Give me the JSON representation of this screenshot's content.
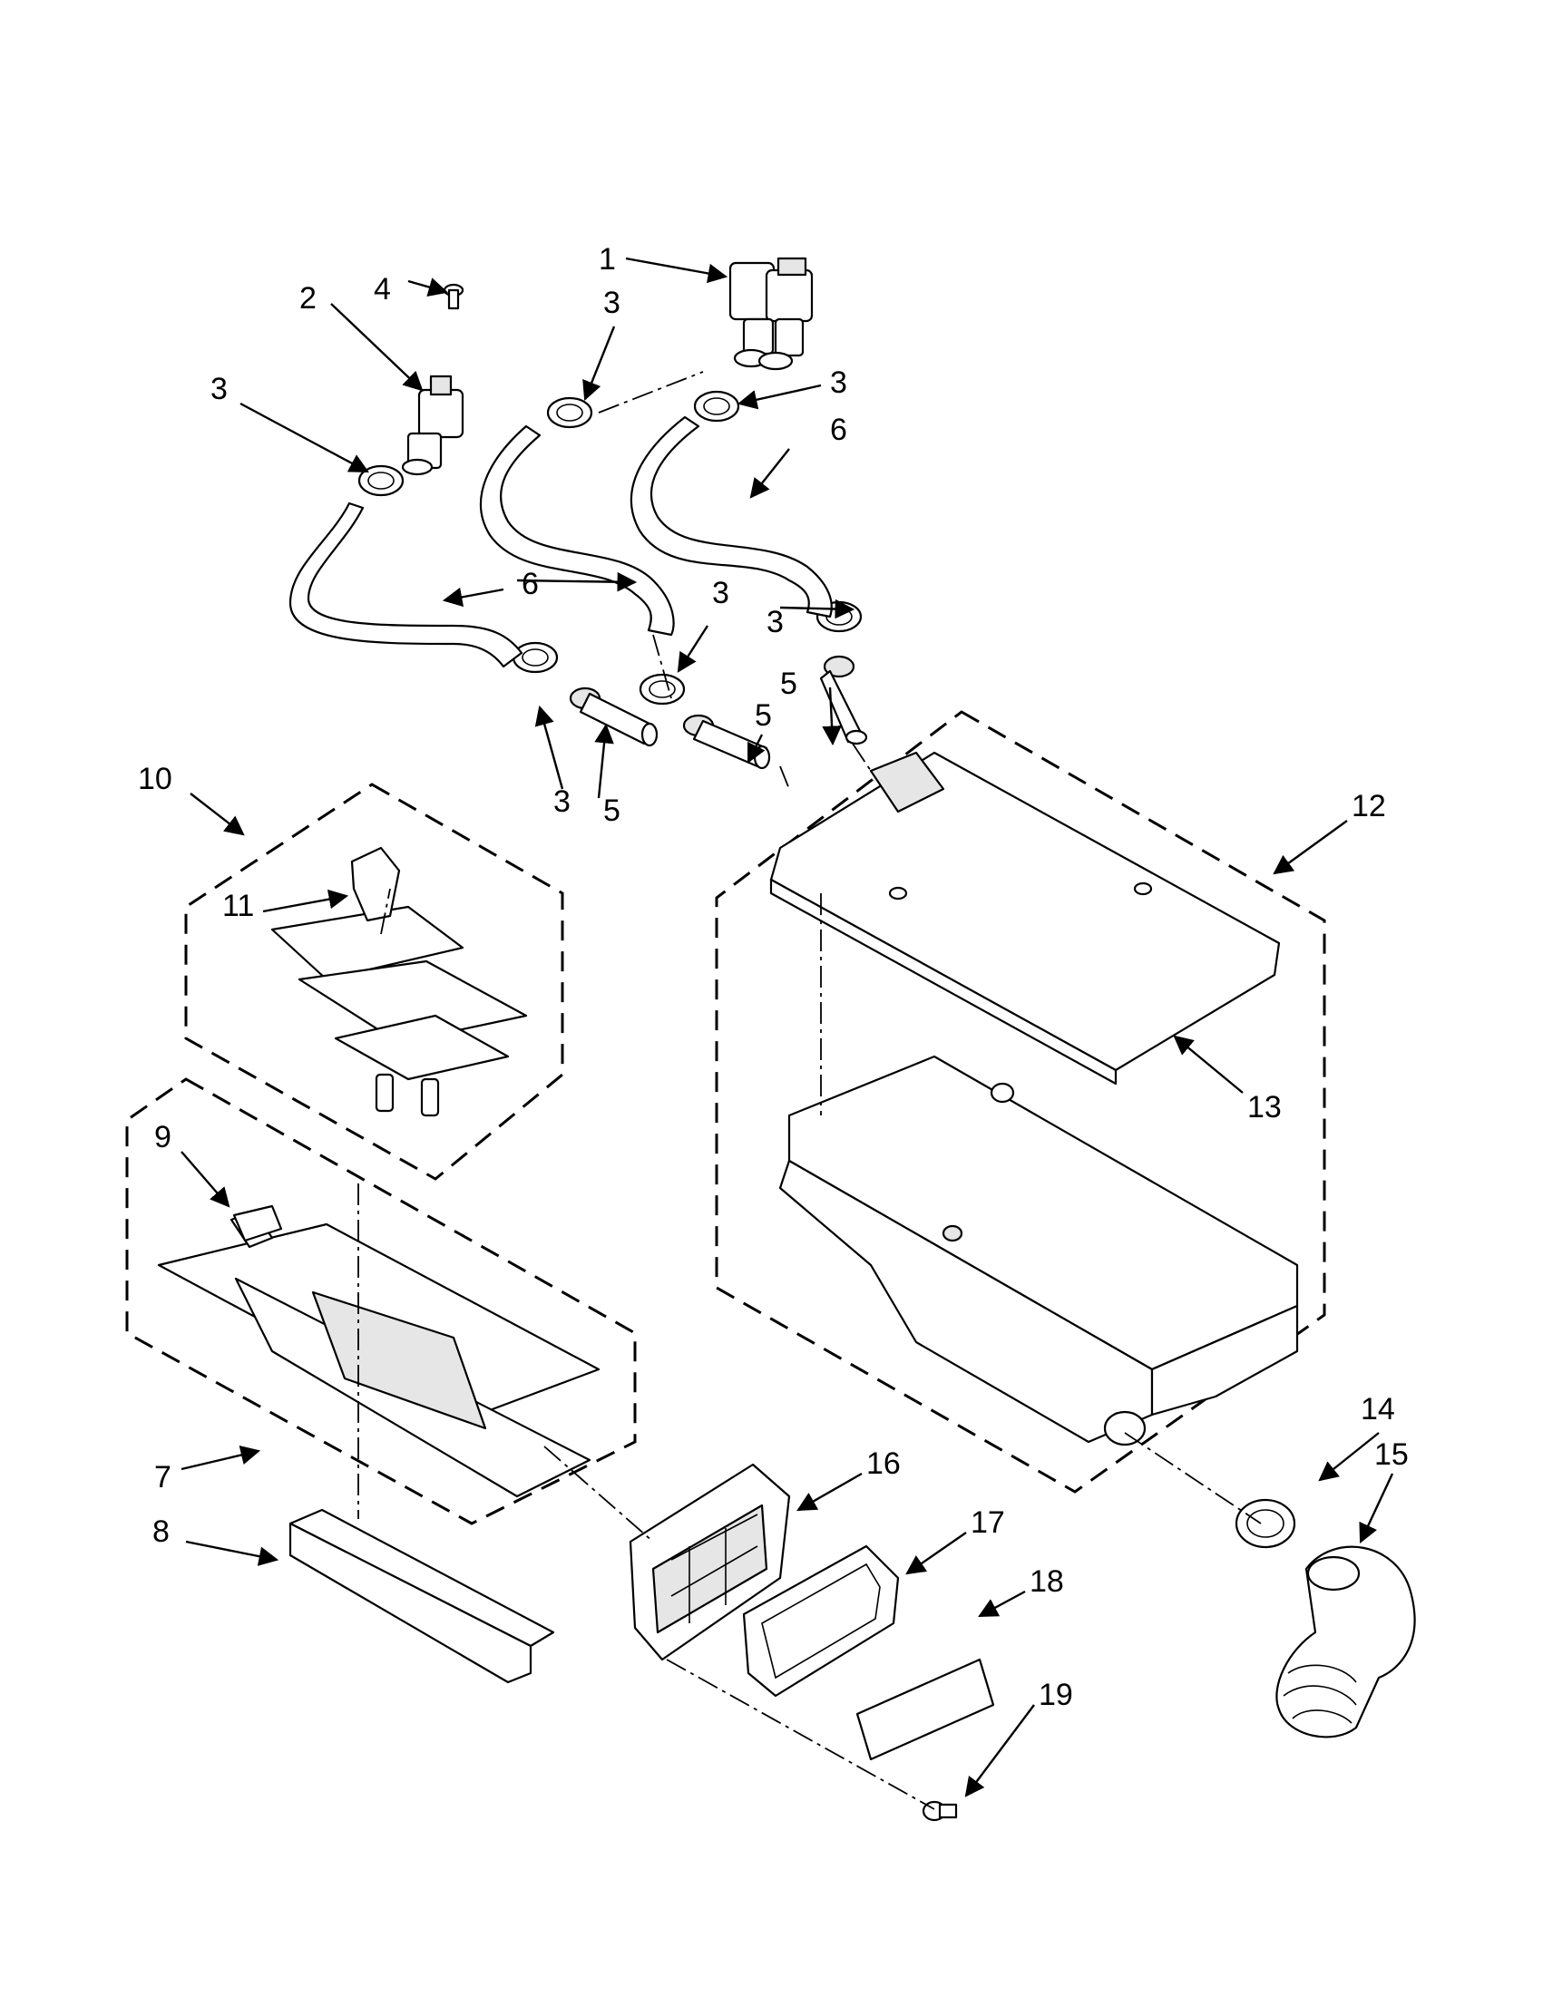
{
  "diagram": {
    "callouts": [
      {
        "id": "c1",
        "label": "1"
      },
      {
        "id": "c2",
        "label": "2"
      },
      {
        "id": "c3a",
        "label": "3"
      },
      {
        "id": "c3b",
        "label": "3"
      },
      {
        "id": "c3c",
        "label": "3"
      },
      {
        "id": "c3d",
        "label": "3"
      },
      {
        "id": "c3e",
        "label": "3"
      },
      {
        "id": "c4",
        "label": "4"
      },
      {
        "id": "c5a",
        "label": "5"
      },
      {
        "id": "c5b",
        "label": "5"
      },
      {
        "id": "c5c",
        "label": "5"
      },
      {
        "id": "c6a",
        "label": "6"
      },
      {
        "id": "c6b",
        "label": "6"
      },
      {
        "id": "c7",
        "label": "7"
      },
      {
        "id": "c8",
        "label": "8"
      },
      {
        "id": "c9",
        "label": "9"
      },
      {
        "id": "c10",
        "label": "10"
      },
      {
        "id": "c11",
        "label": "11"
      },
      {
        "id": "c12",
        "label": "12"
      },
      {
        "id": "c13",
        "label": "13"
      },
      {
        "id": "c14",
        "label": "14"
      },
      {
        "id": "c15",
        "label": "15"
      },
      {
        "id": "c16",
        "label": "16"
      },
      {
        "id": "c17",
        "label": "17"
      },
      {
        "id": "c18",
        "label": "18"
      },
      {
        "id": "c19",
        "label": "19"
      },
      {
        "id": "c3f",
        "label": "3"
      }
    ]
  }
}
